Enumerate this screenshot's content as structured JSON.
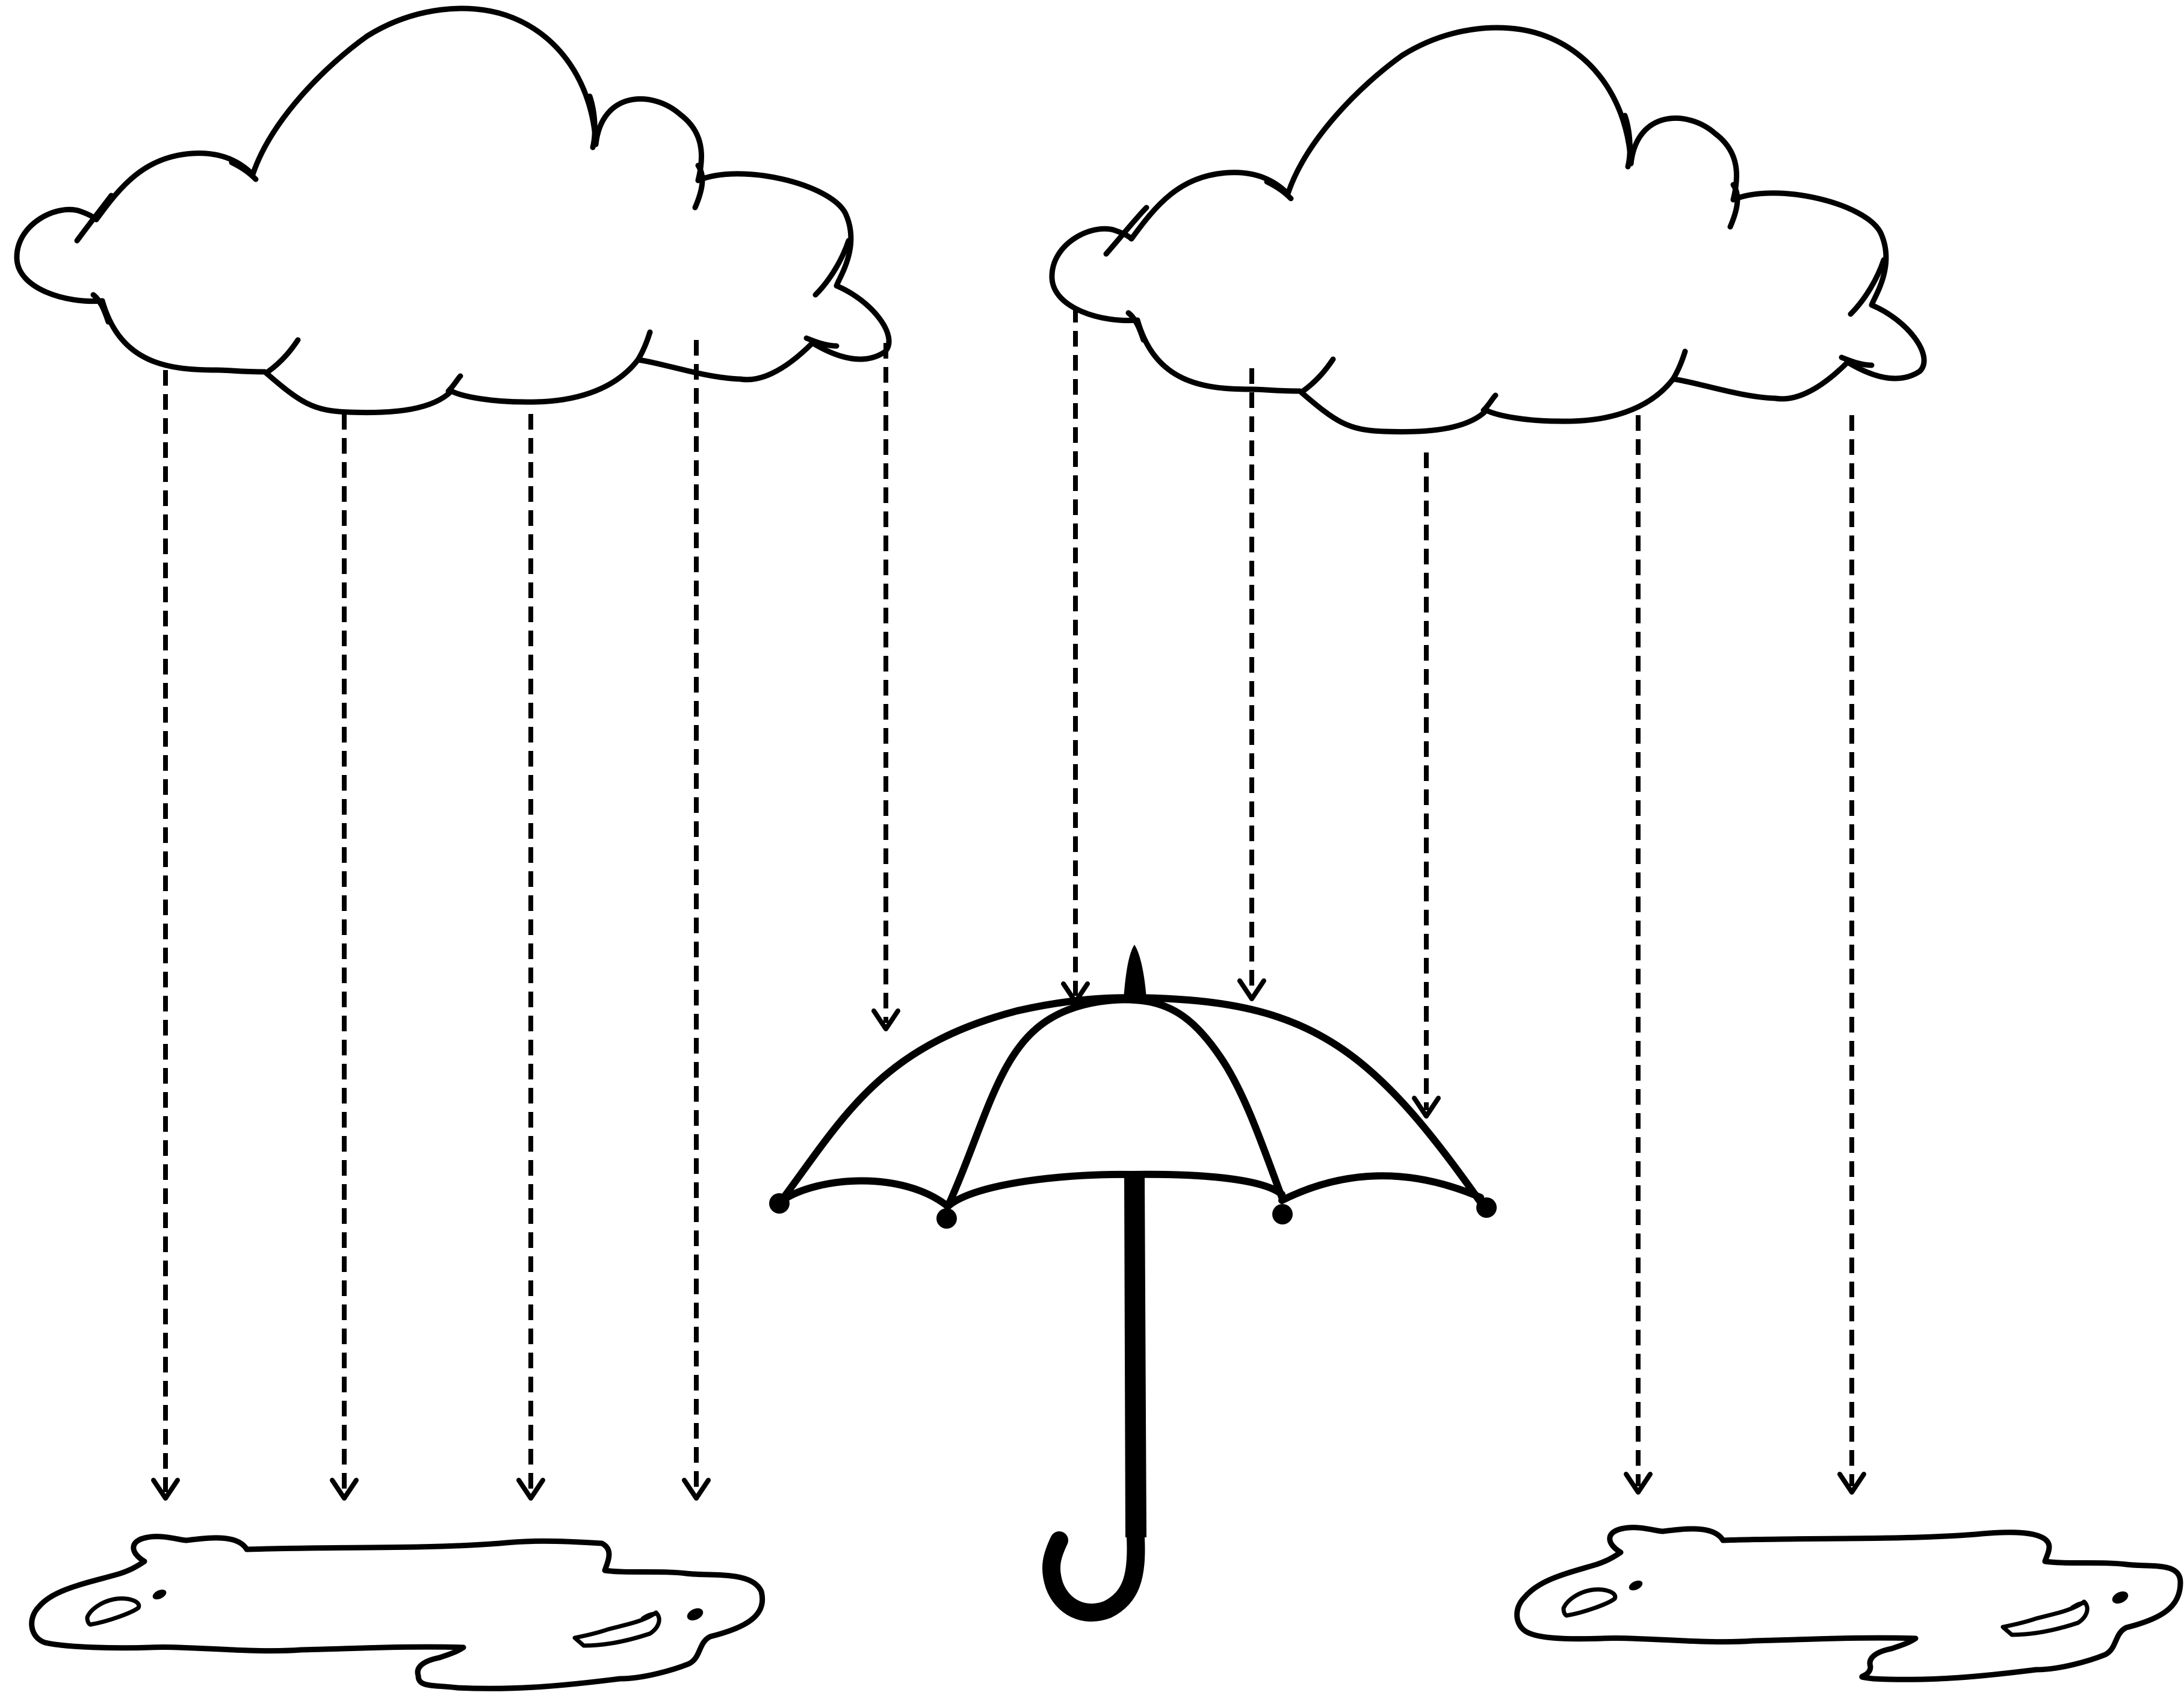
{
  "scene": {
    "description_visible_text": "",
    "clouds": 2,
    "puddles": 2,
    "umbrella": 1
  },
  "colors": {
    "stroke": "#000000",
    "background": "#ffffff"
  }
}
